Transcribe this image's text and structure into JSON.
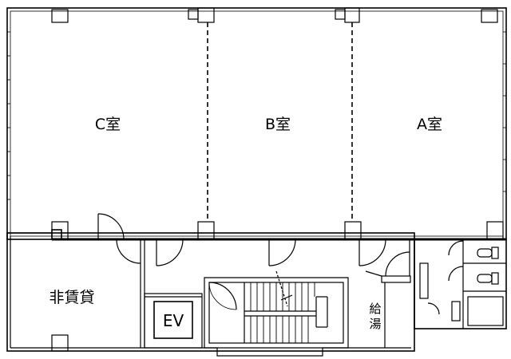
{
  "rooms": {
    "c": "C室",
    "b": "B室",
    "a": "A室",
    "non_leasable": "非賃貸",
    "elevator": "EV",
    "kitchenette_line1": "給",
    "kitchenette_line2": "湯"
  },
  "colors": {
    "line": "#000000",
    "background": "#ffffff"
  }
}
